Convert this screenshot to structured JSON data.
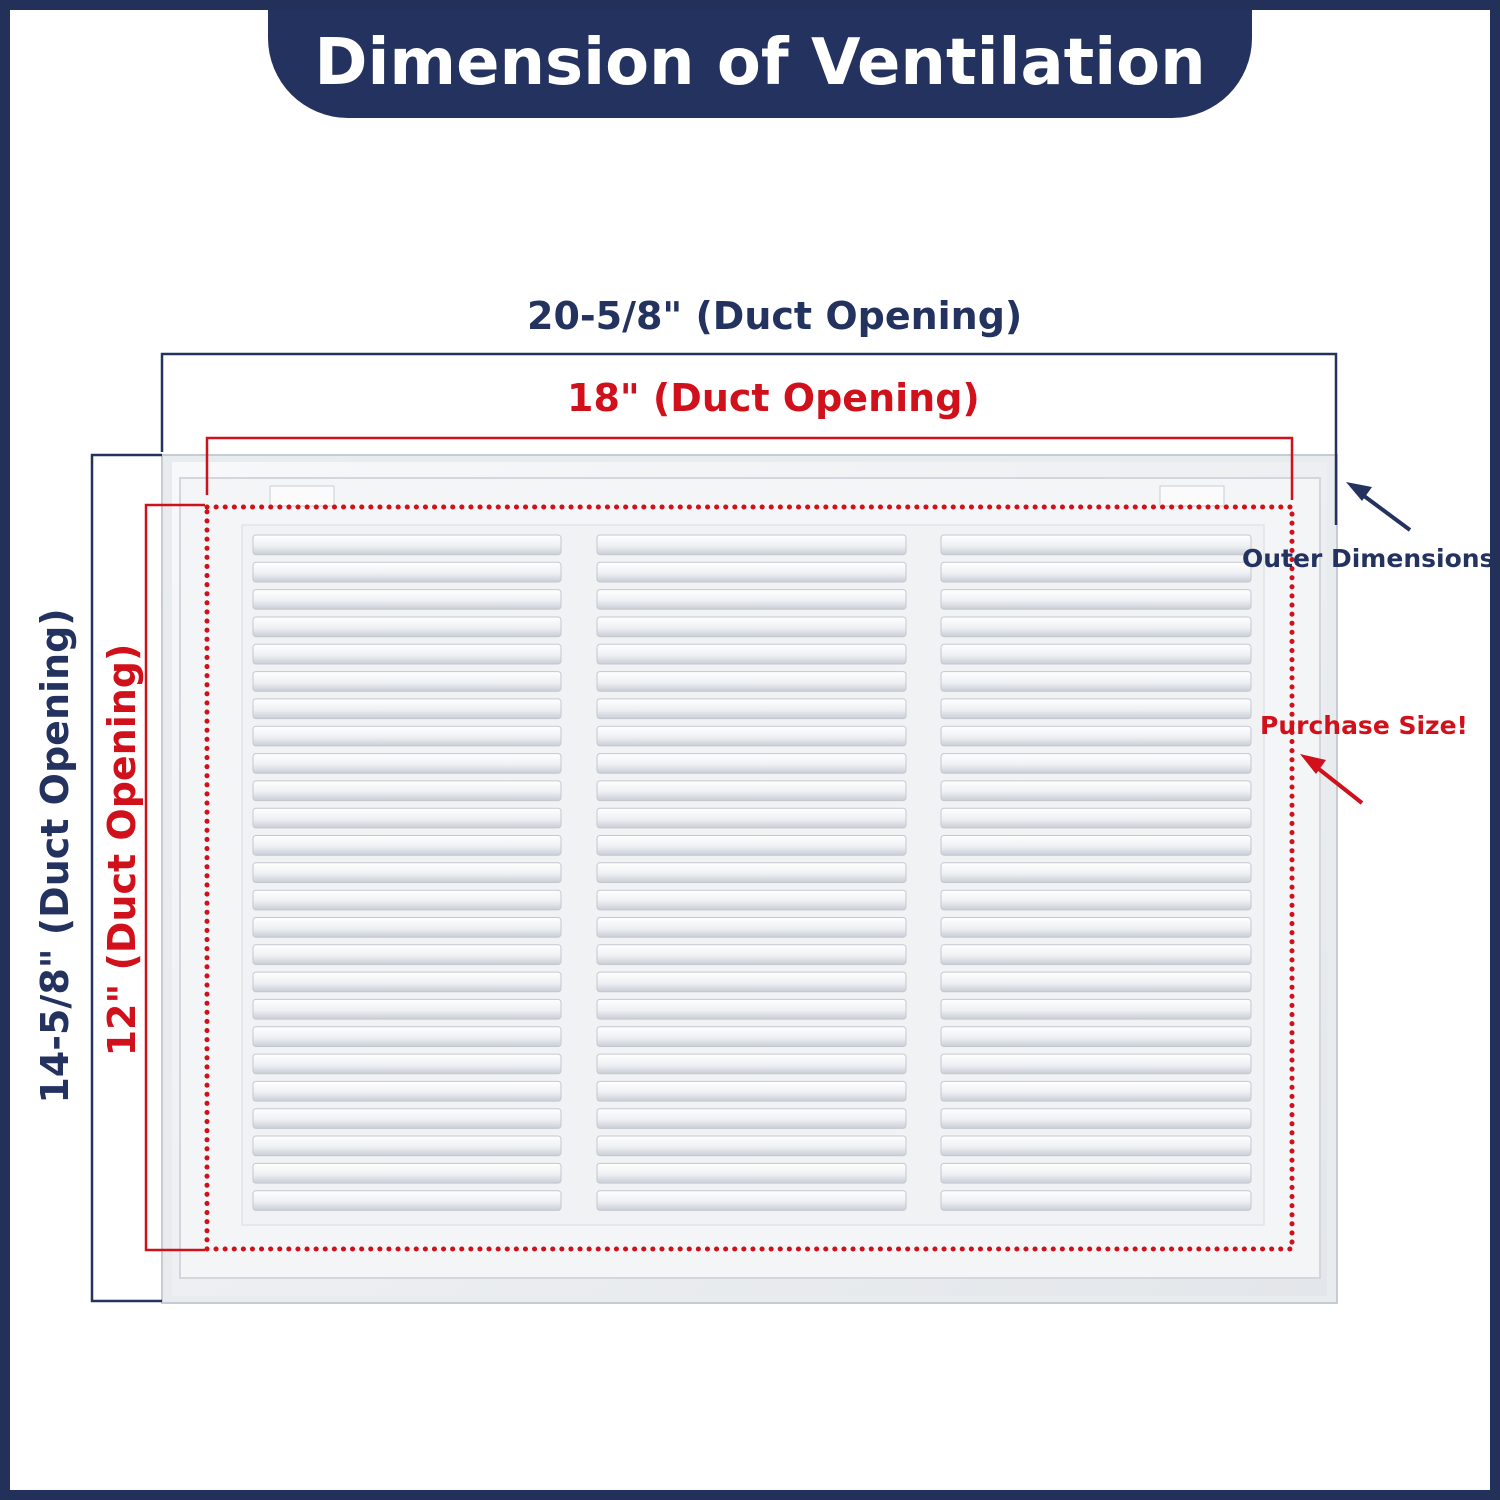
{
  "title": "Dimension of Ventilation",
  "labels": {
    "outer_width": "20-5/8\" (Duct Opening)",
    "inner_width": "18\" (Duct Opening)",
    "outer_height": "14-5/8\" (Duct Opening)",
    "inner_height": "12\" (Duct Opening)",
    "outer_dimensions": "Outer Dimensions",
    "purchase_size": "Purchase Size!"
  },
  "colors": {
    "navy": "#243260",
    "red": "#d0101a",
    "grille": "#f2f4f6",
    "background": "#ffffff"
  }
}
